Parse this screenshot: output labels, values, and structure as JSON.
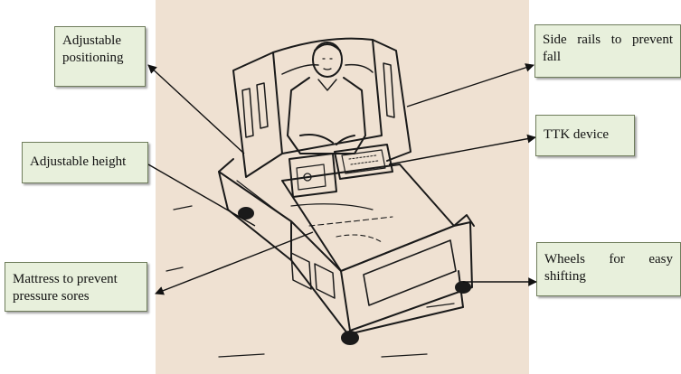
{
  "labels": {
    "adjustable_positioning": [
      "Adjustable",
      "positioning"
    ],
    "adjustable_height": "Adjustable height",
    "mattress": [
      "Mattress to prevent",
      "pressure sores"
    ],
    "side_rails": [
      "Side rails to prevent",
      "fall"
    ],
    "ttk_device": "TTK device",
    "wheels": [
      "Wheels for easy",
      "shifting"
    ]
  },
  "colors": {
    "panel_background": "#efe1d2",
    "label_fill": "#e8f0dc",
    "ink": "#111111"
  }
}
